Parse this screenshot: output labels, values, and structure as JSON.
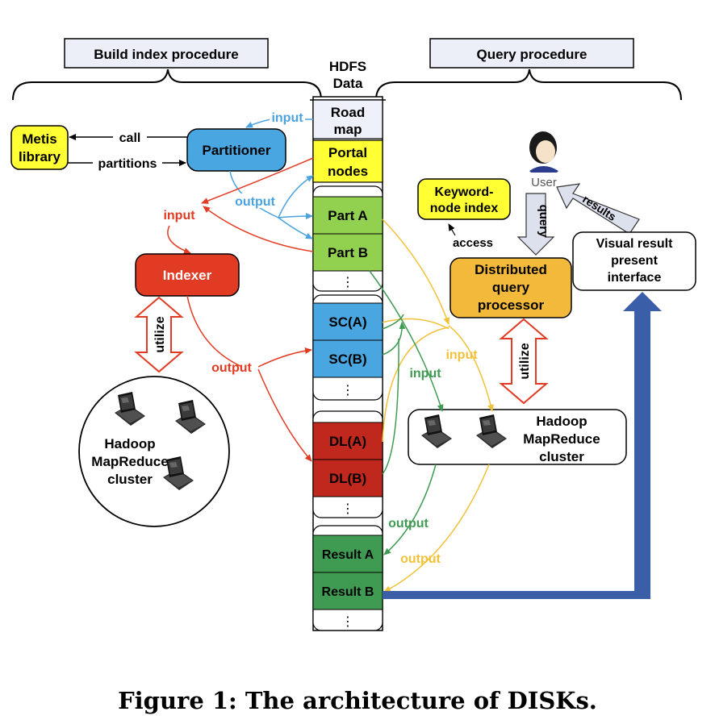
{
  "headers": {
    "build": "Build index procedure",
    "query": "Query procedure"
  },
  "hdfs": {
    "line1": "HDFS",
    "line2": "Data"
  },
  "column": {
    "road1": "Road",
    "road2": "map",
    "portal1": "Portal",
    "portal2": "nodes",
    "part_a": "Part A",
    "part_b": "Part B",
    "sc_a": "SC(A)",
    "sc_b": "SC(B)",
    "dl_a": "DL(A)",
    "dl_b": "DL(B)",
    "result_a": "Result A",
    "result_b": "Result B",
    "ellipsis": "⋮"
  },
  "left": {
    "metis1": "Metis",
    "metis2": "library",
    "partitioner": "Partitioner",
    "indexer": "Indexer",
    "call": "call",
    "partitions": "partitions",
    "input_blue": "input",
    "output_blue": "output",
    "input_red": "input",
    "output_red": "output",
    "utilize": "utilize",
    "cluster1": "Hadoop",
    "cluster2": "MapReduce",
    "cluster3": "cluster"
  },
  "right": {
    "user": "User",
    "keyword1": "Keyword-",
    "keyword2": "node index",
    "access": "access",
    "query": "query",
    "results": "results",
    "dqp1": "Distributed",
    "dqp2": "query",
    "dqp3": "processor",
    "visual1": "Visual result",
    "visual2": "present",
    "visual3": "interface",
    "utilize": "utilize",
    "cluster1": "Hadoop",
    "cluster2": "MapReduce",
    "cluster3": "cluster",
    "input_yellow": "input",
    "input_green": "input",
    "output_green": "output",
    "output_yellow": "output"
  },
  "caption": "Figure 1:  The architecture of DISKs.",
  "colors": {
    "blue": "#4aa3df",
    "red": "#e23b24",
    "yellow": "#f7d352",
    "green": "#3f9b52",
    "lightgreen": "#92d050",
    "darkred": "#c0271d",
    "sc": "#4aa6e0",
    "orange": "#f3b93a",
    "metis": "#ffff33",
    "navy": "#3a5ea8"
  }
}
